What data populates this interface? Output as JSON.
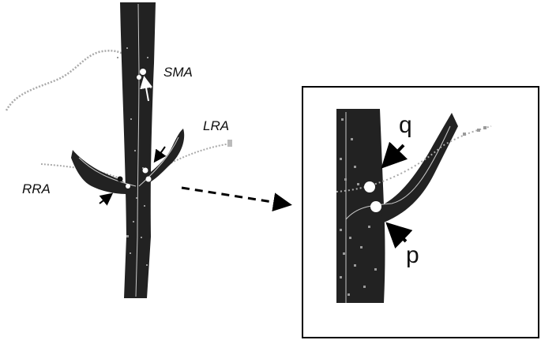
{
  "labels": {
    "sma": "SMA",
    "lra": "LRA",
    "rra": "RRA",
    "q": "q",
    "p": "p"
  },
  "colors": {
    "vessel": "#222222",
    "centerline": "#c8c8c8",
    "points": "#9a9a9a",
    "marker": "#ffffff",
    "ink": "#000000"
  }
}
